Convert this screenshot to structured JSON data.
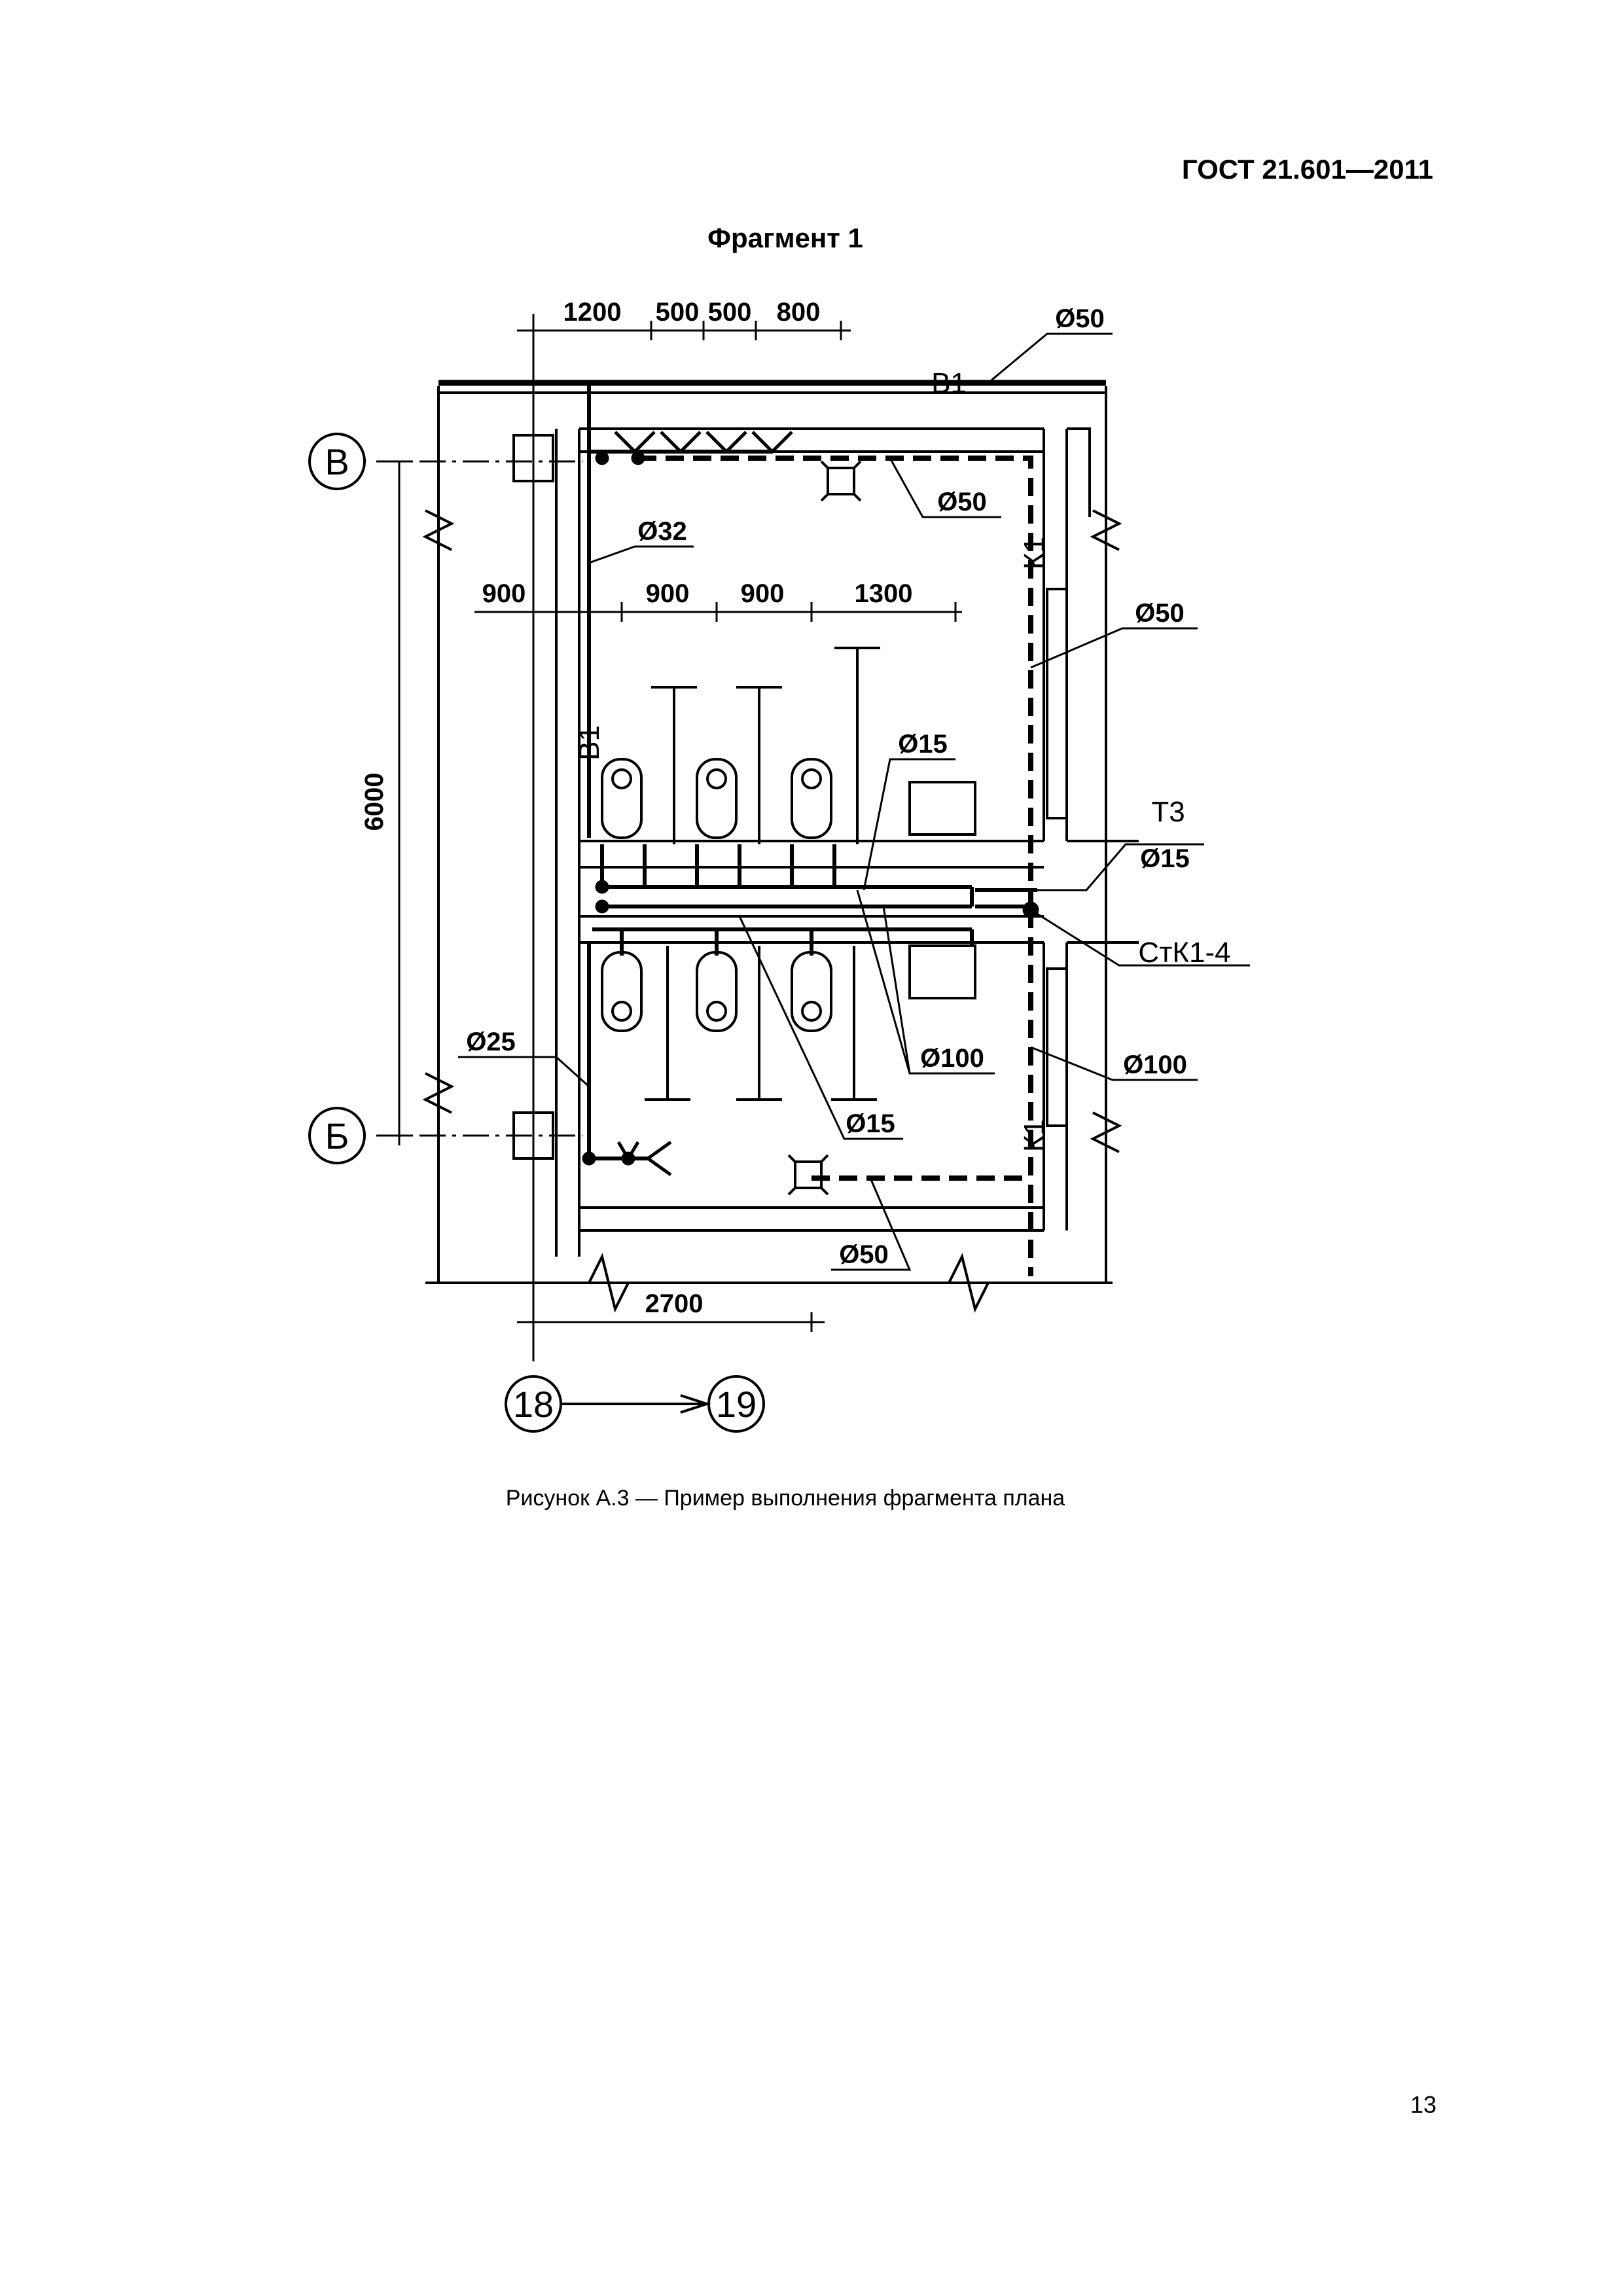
{
  "document": {
    "standard": "ГОСТ 21.601—2011",
    "fragment_title": "Фрагмент 1",
    "caption": "Рисунок А.3 — Пример выполнения фрагмента плана",
    "page_number": "13"
  },
  "plan": {
    "axes": {
      "row_top": "В",
      "row_bottom": "Б",
      "col_left": "18",
      "col_right": "19"
    },
    "dimensions": {
      "top": [
        "1200",
        "500",
        "500",
        "800"
      ],
      "mid": [
        "900",
        "900",
        "900",
        "1300"
      ],
      "vertical": "6000",
      "bottom": "2700"
    },
    "pipes": {
      "b1_main": "В1",
      "b1_riser": "В1",
      "k1_top": "К1",
      "k1_bottom": "К1",
      "t3": "Т3",
      "stk": "СтК1-4"
    },
    "diameters": {
      "d50_main": "Ø50",
      "d50_top_drain": "Ø50",
      "d32": "Ø32",
      "d50_riser": "Ø50",
      "d15_top": "Ø15",
      "d15_t3": "Ø15",
      "d25": "Ø25",
      "d100_inner": "Ø100",
      "d100_outer": "Ø100",
      "d15_bottom": "Ø15",
      "d50_bottom": "Ø50"
    }
  }
}
